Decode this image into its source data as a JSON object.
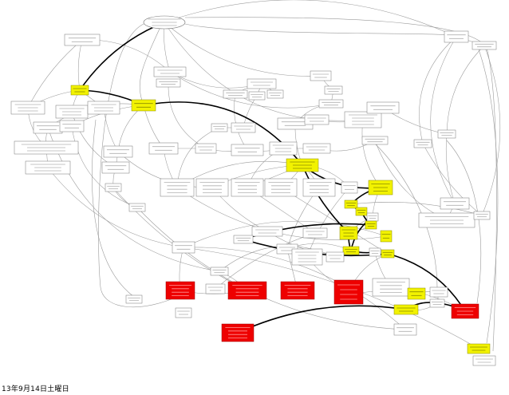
{
  "caption": "13年9月14日土曜日",
  "colors": {
    "background": "#ffffff",
    "node_default_fill": "#ffffff",
    "node_default_border": "#777777",
    "node_highlight_fill": "#f2f200",
    "node_hot_fill": "#ee0000",
    "edge": "#9a9a9a",
    "edge_hot_path": "#000000"
  },
  "diagram": {
    "type": "profiler-call-graph",
    "node_kinds": [
      "normal",
      "highlight",
      "hot"
    ],
    "node_count_estimate": 80,
    "hot_path": true
  }
}
